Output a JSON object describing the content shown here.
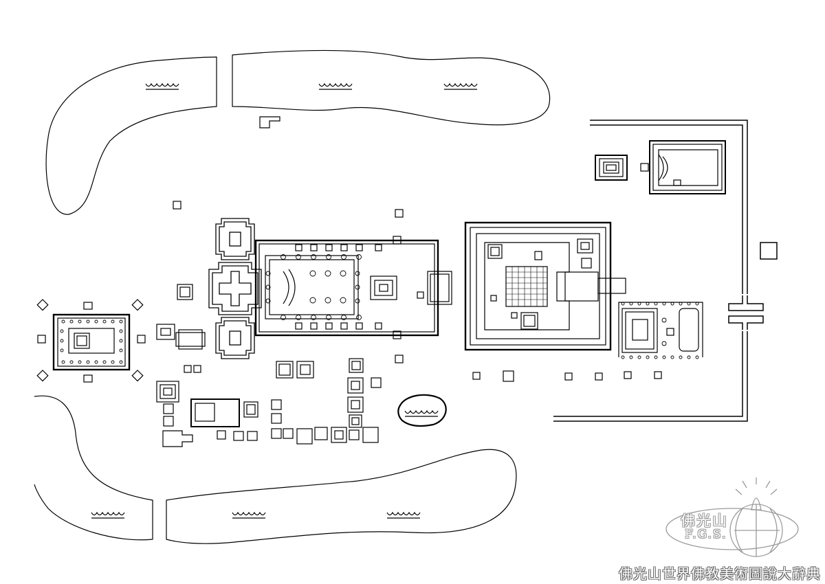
{
  "diagram": {
    "type": "architectural-site-plan",
    "line_color": "#000000",
    "background": "#ffffff"
  },
  "logo": {
    "chinese": "佛光山",
    "english": "F.G.S.",
    "color": "#9a9a9a"
  },
  "caption": "佛光山世界佛教美術圖說大辭典",
  "icons": {
    "water": "water-wave-icon",
    "logo": "buddha-globe-logo-icon"
  }
}
